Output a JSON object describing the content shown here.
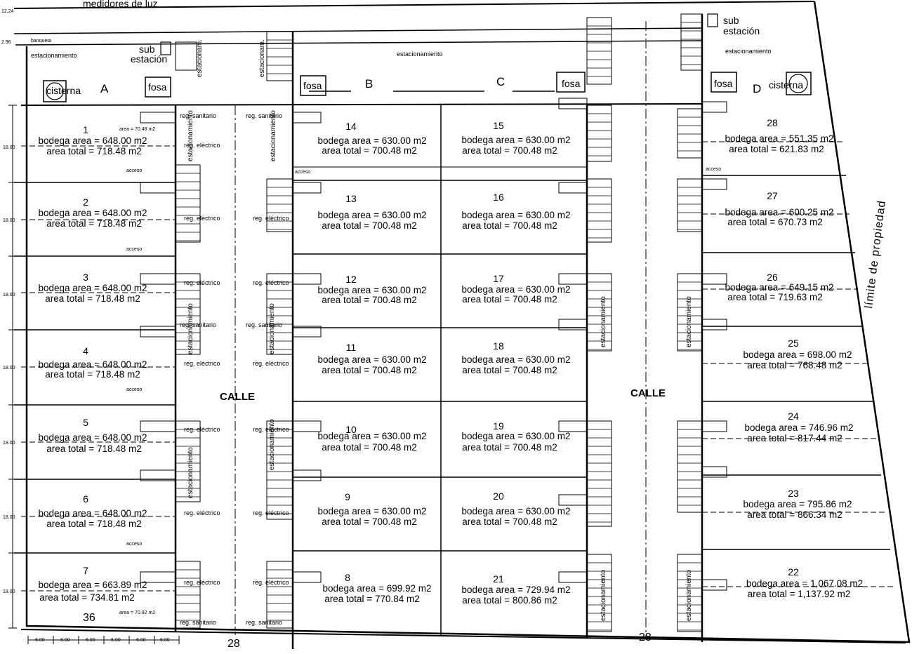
{
  "top_labels": {
    "meters": "medidores de luz",
    "sidewalk": "banqueta",
    "dim_top_1": "12.24",
    "dim_top_2": "2.96"
  },
  "parking_labels": {
    "left": "estacionamiento",
    "center": "estacionamiento",
    "right": "estacionamiento",
    "vertical_1": "estacionam.",
    "vertical_2": "estacionam.",
    "vertical_generic": "estacionamiento"
  },
  "substations": {
    "left_line1": "sub",
    "left_line2": "estación",
    "right_line1": "sub",
    "right_line2": "estación"
  },
  "tanks": {
    "cistern": "cisterna",
    "septic": "fosa"
  },
  "zone_letters": [
    "A",
    "B",
    "C",
    "D"
  ],
  "street_label": "CALLE",
  "property_limit": "límite de propiedad",
  "access_label": "acceso",
  "registers": {
    "electric": "reg. eléctrico",
    "sanitary": "reg. sanitario"
  },
  "bottom_numbers": {
    "left": "36",
    "mid": "28",
    "right": "28"
  },
  "row_dimension": "18.00",
  "bottom_dims": [
    "6.00",
    "6.00",
    "6.00",
    "6.00",
    "6.00",
    "6.00"
  ],
  "patio_areas": {
    "a1": "area = 70.48 m2",
    "a7": "area = 70.92 m2"
  },
  "warehouses": {
    "w1": {
      "num": "1",
      "area": "bodega area = 648.00 m2",
      "total": "area total = 718.48 m2"
    },
    "w2": {
      "num": "2",
      "area": "bodega area = 648.00 m2",
      "total": "area total = 718.48 m2"
    },
    "w3": {
      "num": "3",
      "area": "bodega area = 648.00 m2",
      "total": "area total = 718.48 m2"
    },
    "w4": {
      "num": "4",
      "area": "bodega area = 648.00 m2",
      "total": "area total = 718.48 m2"
    },
    "w5": {
      "num": "5",
      "area": "bodega area = 648.00 m2",
      "total": "area total = 718.48 m2"
    },
    "w6": {
      "num": "6",
      "area": "bodega area = 648.00 m2",
      "total": "area total = 718.48 m2"
    },
    "w7": {
      "num": "7",
      "area": "bodega area = 663.89 m2",
      "total": "area total = 734.81 m2"
    },
    "w8": {
      "num": "8",
      "area": "bodega area = 699.92 m2",
      "total": "area total = 770.84 m2"
    },
    "w9": {
      "num": "9",
      "area": "bodega area = 630.00 m2",
      "total": "area total = 700.48 m2"
    },
    "w10": {
      "num": "10",
      "area": "bodega area = 630.00 m2",
      "total": "area total = 700.48 m2"
    },
    "w11": {
      "num": "11",
      "area": "bodega area = 630.00 m2",
      "total": "area total = 700.48 m2"
    },
    "w12": {
      "num": "12",
      "area": "bodega area = 630.00 m2",
      "total": "area total = 700.48 m2"
    },
    "w13": {
      "num": "13",
      "area": "bodega area = 630.00 m2",
      "total": "area total = 700.48 m2"
    },
    "w14": {
      "num": "14",
      "area": "bodega area = 630.00 m2",
      "total": "area total = 700.48 m2"
    },
    "w15": {
      "num": "15",
      "area": "bodega area = 630.00 m2",
      "total": "area total = 700.48 m2"
    },
    "w16": {
      "num": "16",
      "area": "bodega area = 630.00 m2",
      "total": "area total = 700.48 m2"
    },
    "w17": {
      "num": "17",
      "area": "bodega area = 630.00 m2",
      "total": "area total = 700.48 m2"
    },
    "w18": {
      "num": "18",
      "area": "bodega area = 630.00 m2",
      "total": "area total = 700.48 m2"
    },
    "w19": {
      "num": "19",
      "area": "bodega area = 630.00 m2",
      "total": "area total = 700.48 m2"
    },
    "w20": {
      "num": "20",
      "area": "bodega area = 630.00 m2",
      "total": "area total = 700.48 m2"
    },
    "w21": {
      "num": "21",
      "area": "bodega area = 729.94 m2",
      "total": "area total = 800.86 m2"
    },
    "w22": {
      "num": "22",
      "area": "bodega area = 1,067.08 m2",
      "total": "area total = 1,137.92 m2"
    },
    "w23": {
      "num": "23",
      "area": "bodega area = 795.86 m2",
      "total": "area total = 866.34 m2"
    },
    "w24": {
      "num": "24",
      "area": "bodega area = 746.96 m2",
      "total": "area total = 817.44 m2"
    },
    "w25": {
      "num": "25",
      "area": "bodega area = 698.00 m2",
      "total": "area total = 768.48 m2"
    },
    "w26": {
      "num": "26",
      "area": "bodega area = 649.15 m2",
      "total": "area total = 719.63 m2"
    },
    "w27": {
      "num": "27",
      "area": "bodega area = 600.25 m2",
      "total": "area total = 670.73 m2"
    },
    "w28": {
      "num": "28",
      "area": "bodega area = 551.35 m2",
      "total": "area total = 621.83 m2"
    }
  }
}
